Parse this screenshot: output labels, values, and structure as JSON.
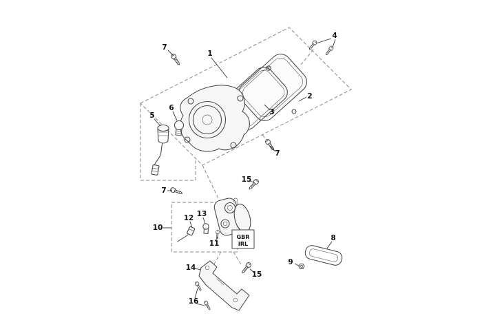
{
  "colors": {
    "background": "#ffffff",
    "line": "#4a4a4a",
    "dashed_line": "#8a8a8a",
    "label_text": "#111111"
  },
  "callouts": [
    {
      "part": "7"
    },
    {
      "part": "1"
    },
    {
      "part": "4"
    },
    {
      "part": "2"
    },
    {
      "part": "3"
    },
    {
      "part": "5"
    },
    {
      "part": "6"
    },
    {
      "part": "7"
    },
    {
      "part": "7"
    },
    {
      "part": "15"
    },
    {
      "part": "10"
    },
    {
      "part": "12"
    },
    {
      "part": "13"
    },
    {
      "part": "11"
    },
    {
      "part": "8"
    },
    {
      "part": "9"
    },
    {
      "part": "14"
    },
    {
      "part": "15"
    },
    {
      "part": "16"
    }
  ],
  "region_box": {
    "line1": "GBR",
    "line2": "IRL"
  }
}
